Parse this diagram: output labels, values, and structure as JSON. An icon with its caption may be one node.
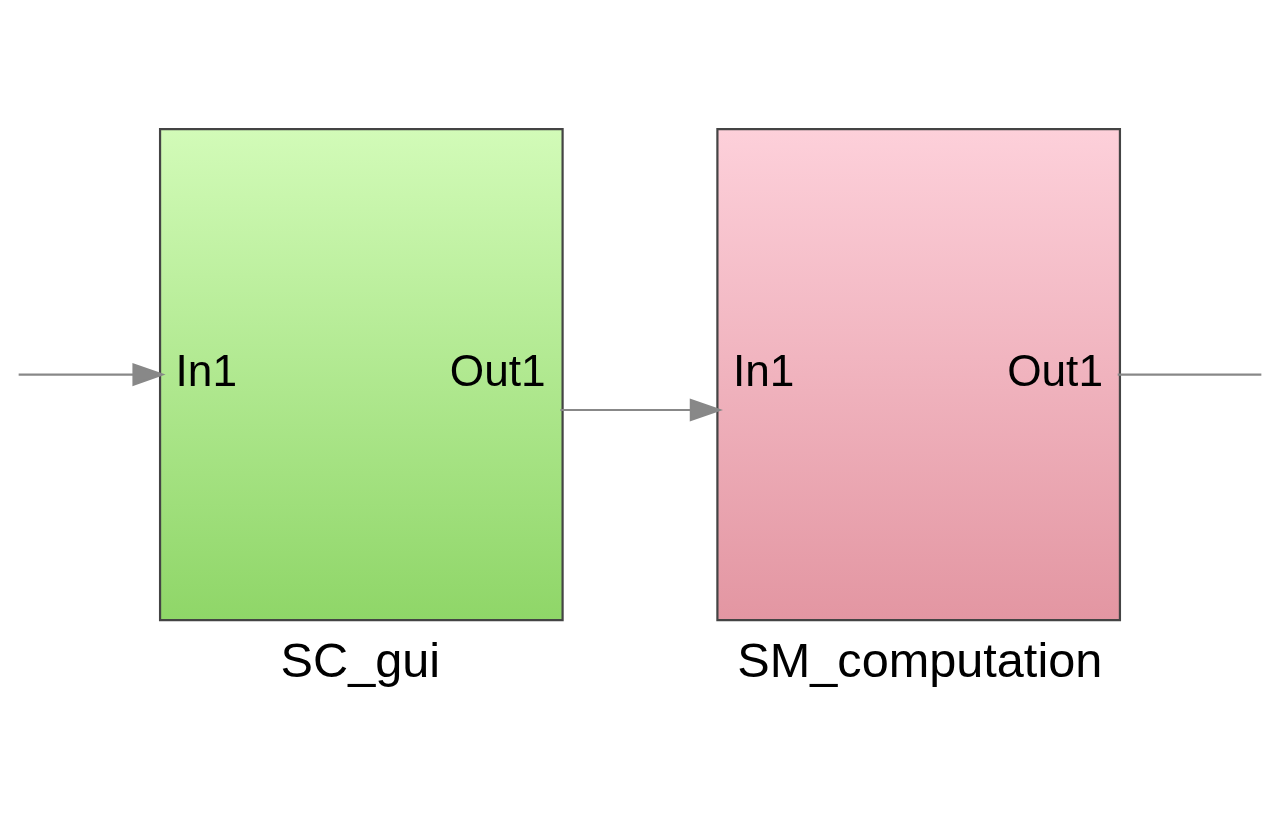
{
  "diagram": {
    "nodes": [
      {
        "text": [
          "In1",
          "Out1"
        ],
        "beside": [
          "SC_gui"
        ]
      },
      {
        "text": [
          "In1",
          "Out1"
        ],
        "beside": [
          "SM_computation"
        ]
      }
    ],
    "edges": [
      {
        "from": null,
        "to": 0,
        "arrow": "to"
      },
      {
        "from": 0,
        "to": 1,
        "arrow": "to"
      },
      {
        "from": 1,
        "to": null,
        "arrow": "none"
      }
    ]
  }
}
